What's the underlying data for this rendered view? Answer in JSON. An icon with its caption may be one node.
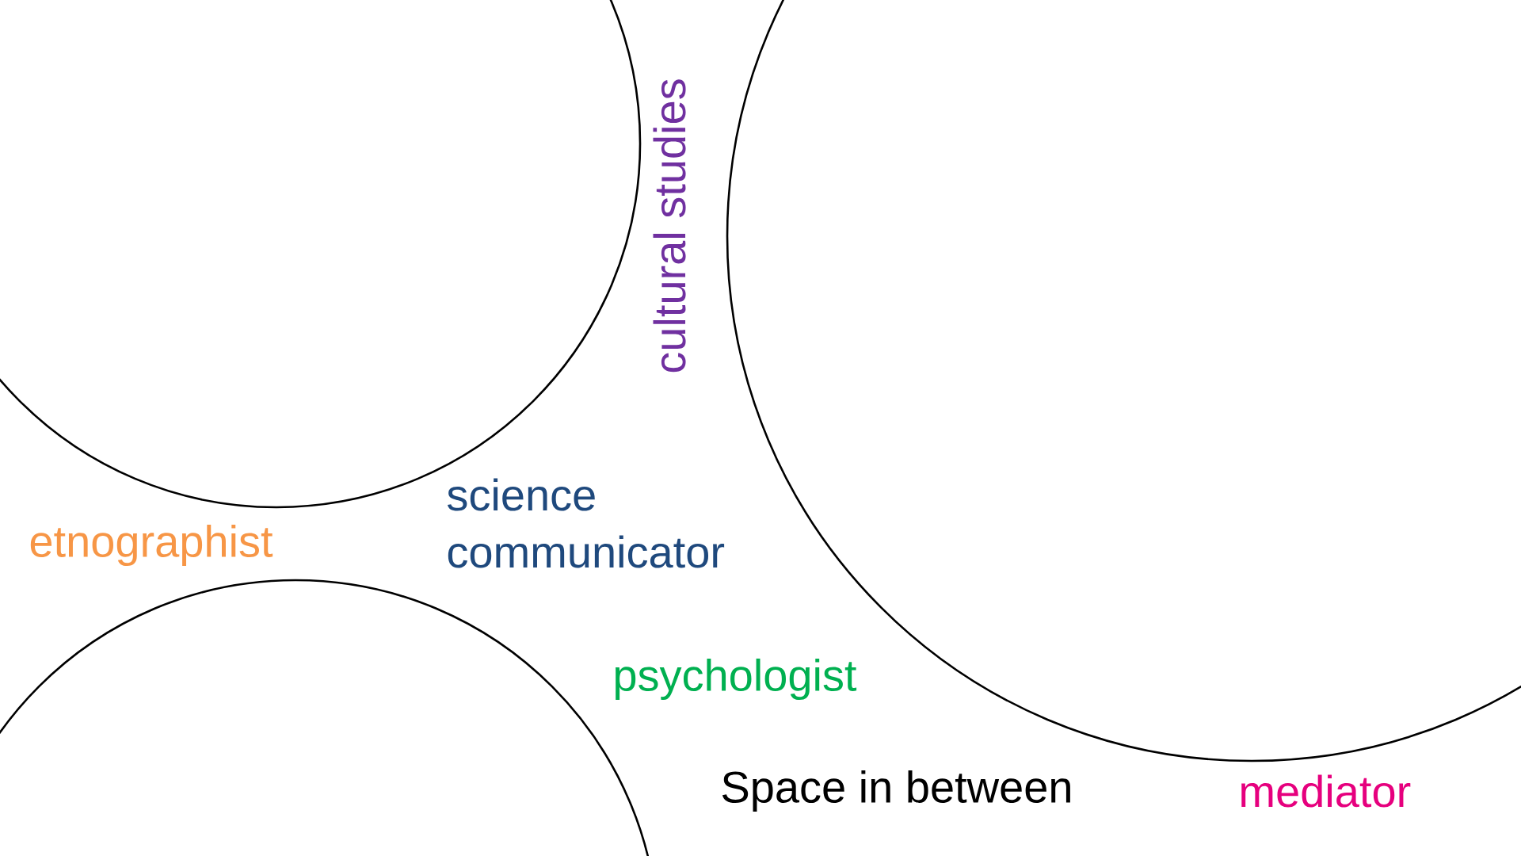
{
  "diagram": {
    "nodes": [
      {
        "text": [],
        "shape": "circle"
      },
      {
        "text": [],
        "shape": "circle"
      },
      {
        "text": [],
        "shape": "circle"
      }
    ],
    "labels": [
      "cultural studies",
      "science communicator",
      "etnographist",
      "psychologist",
      "Space in between",
      "mediator"
    ]
  }
}
